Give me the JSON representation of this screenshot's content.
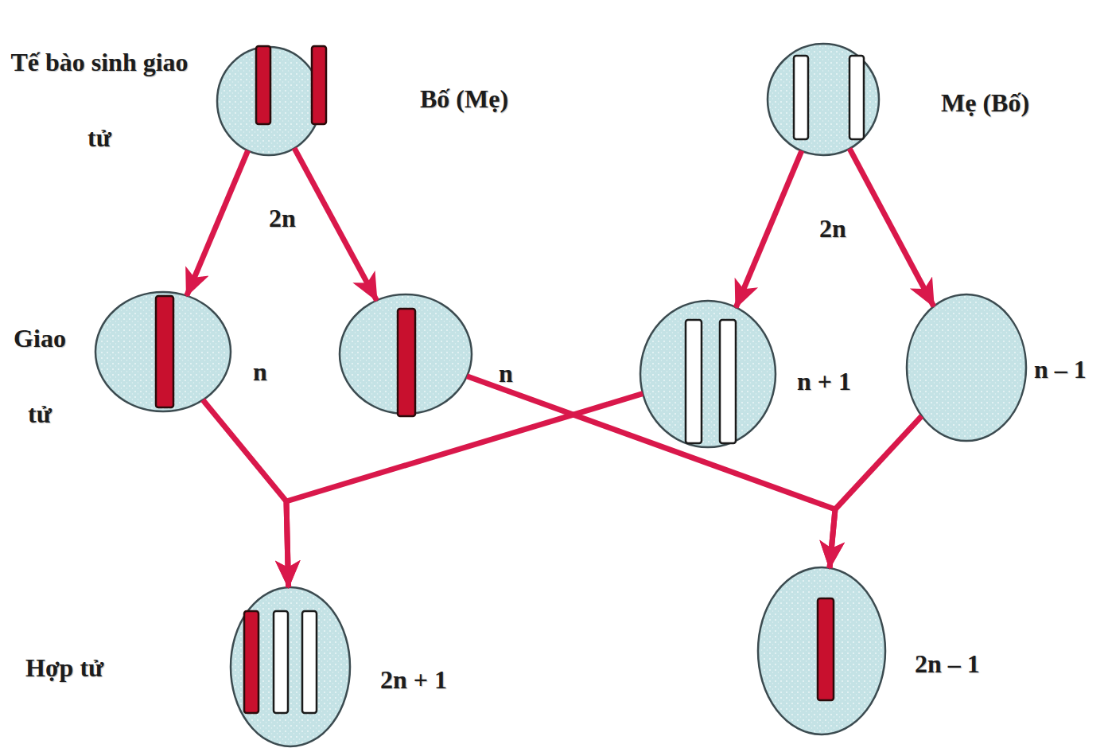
{
  "diagram": {
    "nodes": [
      {
        "text": [
          "Bố (Mẹ)"
        ]
      },
      {
        "text": [
          "Mẹ (Bố)"
        ]
      },
      {
        "text": [
          "n"
        ]
      },
      {
        "text": [
          "n"
        ]
      },
      {
        "text": [
          "n + 1"
        ]
      },
      {
        "text": [
          "n – 1"
        ]
      },
      {
        "text": [
          "2n + 1"
        ]
      },
      {
        "text": [
          "2n – 1"
        ]
      }
    ],
    "edges": [
      {
        "from": 0,
        "to": 2,
        "arrow": "to"
      },
      {
        "from": 0,
        "to": 3,
        "arrow": "to"
      },
      {
        "from": 1,
        "to": 4,
        "arrow": "to"
      },
      {
        "from": 1,
        "to": 5,
        "arrow": "to"
      },
      {
        "from": 2,
        "to": 6,
        "arrow": "to"
      },
      {
        "from": 4,
        "to": 6,
        "arrow": "to"
      },
      {
        "from": 3,
        "to": 7,
        "arrow": "to"
      },
      {
        "from": 5,
        "to": 7,
        "arrow": "to"
      }
    ],
    "labels": [
      "Tế bào sinh giao tử",
      "2n",
      "2n",
      "Giao tử",
      "Hợp tử"
    ]
  }
}
